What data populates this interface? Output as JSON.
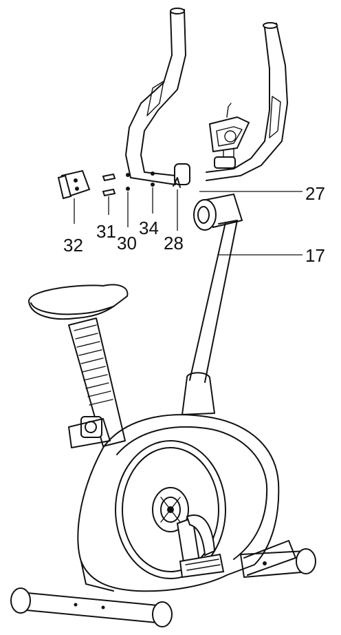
{
  "labels": {
    "l27": "27",
    "l17": "17",
    "l32": "32",
    "l31": "31",
    "l30": "30",
    "l34": "34",
    "l28": "28"
  }
}
